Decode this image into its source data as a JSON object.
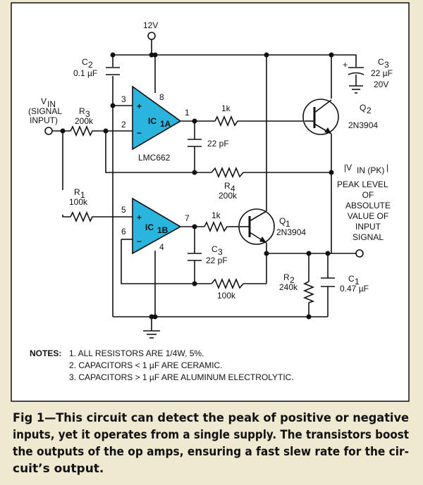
{
  "supply": {
    "label": "12V"
  },
  "input": {
    "vin": "V",
    "vin_sub": "IN",
    "line2": "(SIGNAL",
    "line3": "INPUT)"
  },
  "ic1a": {
    "name": "IC",
    "sub": "1A",
    "part": "LMC662",
    "pin3": "3",
    "pin2": "2",
    "pin8": "8",
    "pin1": "1",
    "plus": "+",
    "minus": "−"
  },
  "ic1b": {
    "name": "IC",
    "sub": "1B",
    "pin5": "5",
    "pin6": "6",
    "pin4": "4",
    "pin7": "7",
    "plus": "+",
    "minus": "−"
  },
  "c2": {
    "name": "C",
    "sub": "2",
    "value": "0.1 µF"
  },
  "c3_top": {
    "name": "C",
    "sub": "3",
    "value": "22 µF",
    "voltage": "20V",
    "plus": "+"
  },
  "c_22pf_top": {
    "value": "22 pF"
  },
  "c3_bottom": {
    "name": "C",
    "sub": "3",
    "value": "22 pF"
  },
  "c1": {
    "name": "C",
    "sub": "1",
    "value": "0.47 µF"
  },
  "r3": {
    "name": "R",
    "sub": "3",
    "value": "200k"
  },
  "r1": {
    "name": "R",
    "sub": "1",
    "value": "100k"
  },
  "r4": {
    "name": "R",
    "sub": "4",
    "value": "200k"
  },
  "r2": {
    "name": "R",
    "sub": "2",
    "value": "240k"
  },
  "r_1k_top": {
    "value": "1k"
  },
  "r_1k_bottom": {
    "value": "1k"
  },
  "r_100k_fb": {
    "value": "100k"
  },
  "q1": {
    "name": "Q",
    "sub": "1",
    "part": "2N3904"
  },
  "q2": {
    "name": "Q",
    "sub": "2",
    "part": "2N3904"
  },
  "output": {
    "label": "|V",
    "label_sub": "IN (PK)",
    "label_end": "|",
    "lines": [
      "PEAK LEVEL",
      "OF",
      "ABSOLUTE",
      "VALUE OF",
      "INPUT",
      "SIGNAL"
    ]
  },
  "notes": {
    "heading": "NOTES:",
    "items": [
      "1. ALL RESISTORS ARE 1/4W, 5%.",
      "2. CAPACITORS < 1 µF ARE CERAMIC.",
      "3. CAPACITORS > 1 µF ARE ALUMINUM ELECTROLYTIC."
    ]
  },
  "caption": {
    "lines": [
      "Fig 1—This circuit can detect the peak of positive or negative",
      "inputs, yet it operates from a single supply. The transistors boost",
      "the outputs of the op amps, ensuring a fast slew rate for the cir-",
      "cuit’s output."
    ]
  },
  "colors": {
    "opamp_fill": "#2ab5de",
    "panel": "#ffffff",
    "paper": "#efe9d2",
    "ink": "#111111"
  }
}
